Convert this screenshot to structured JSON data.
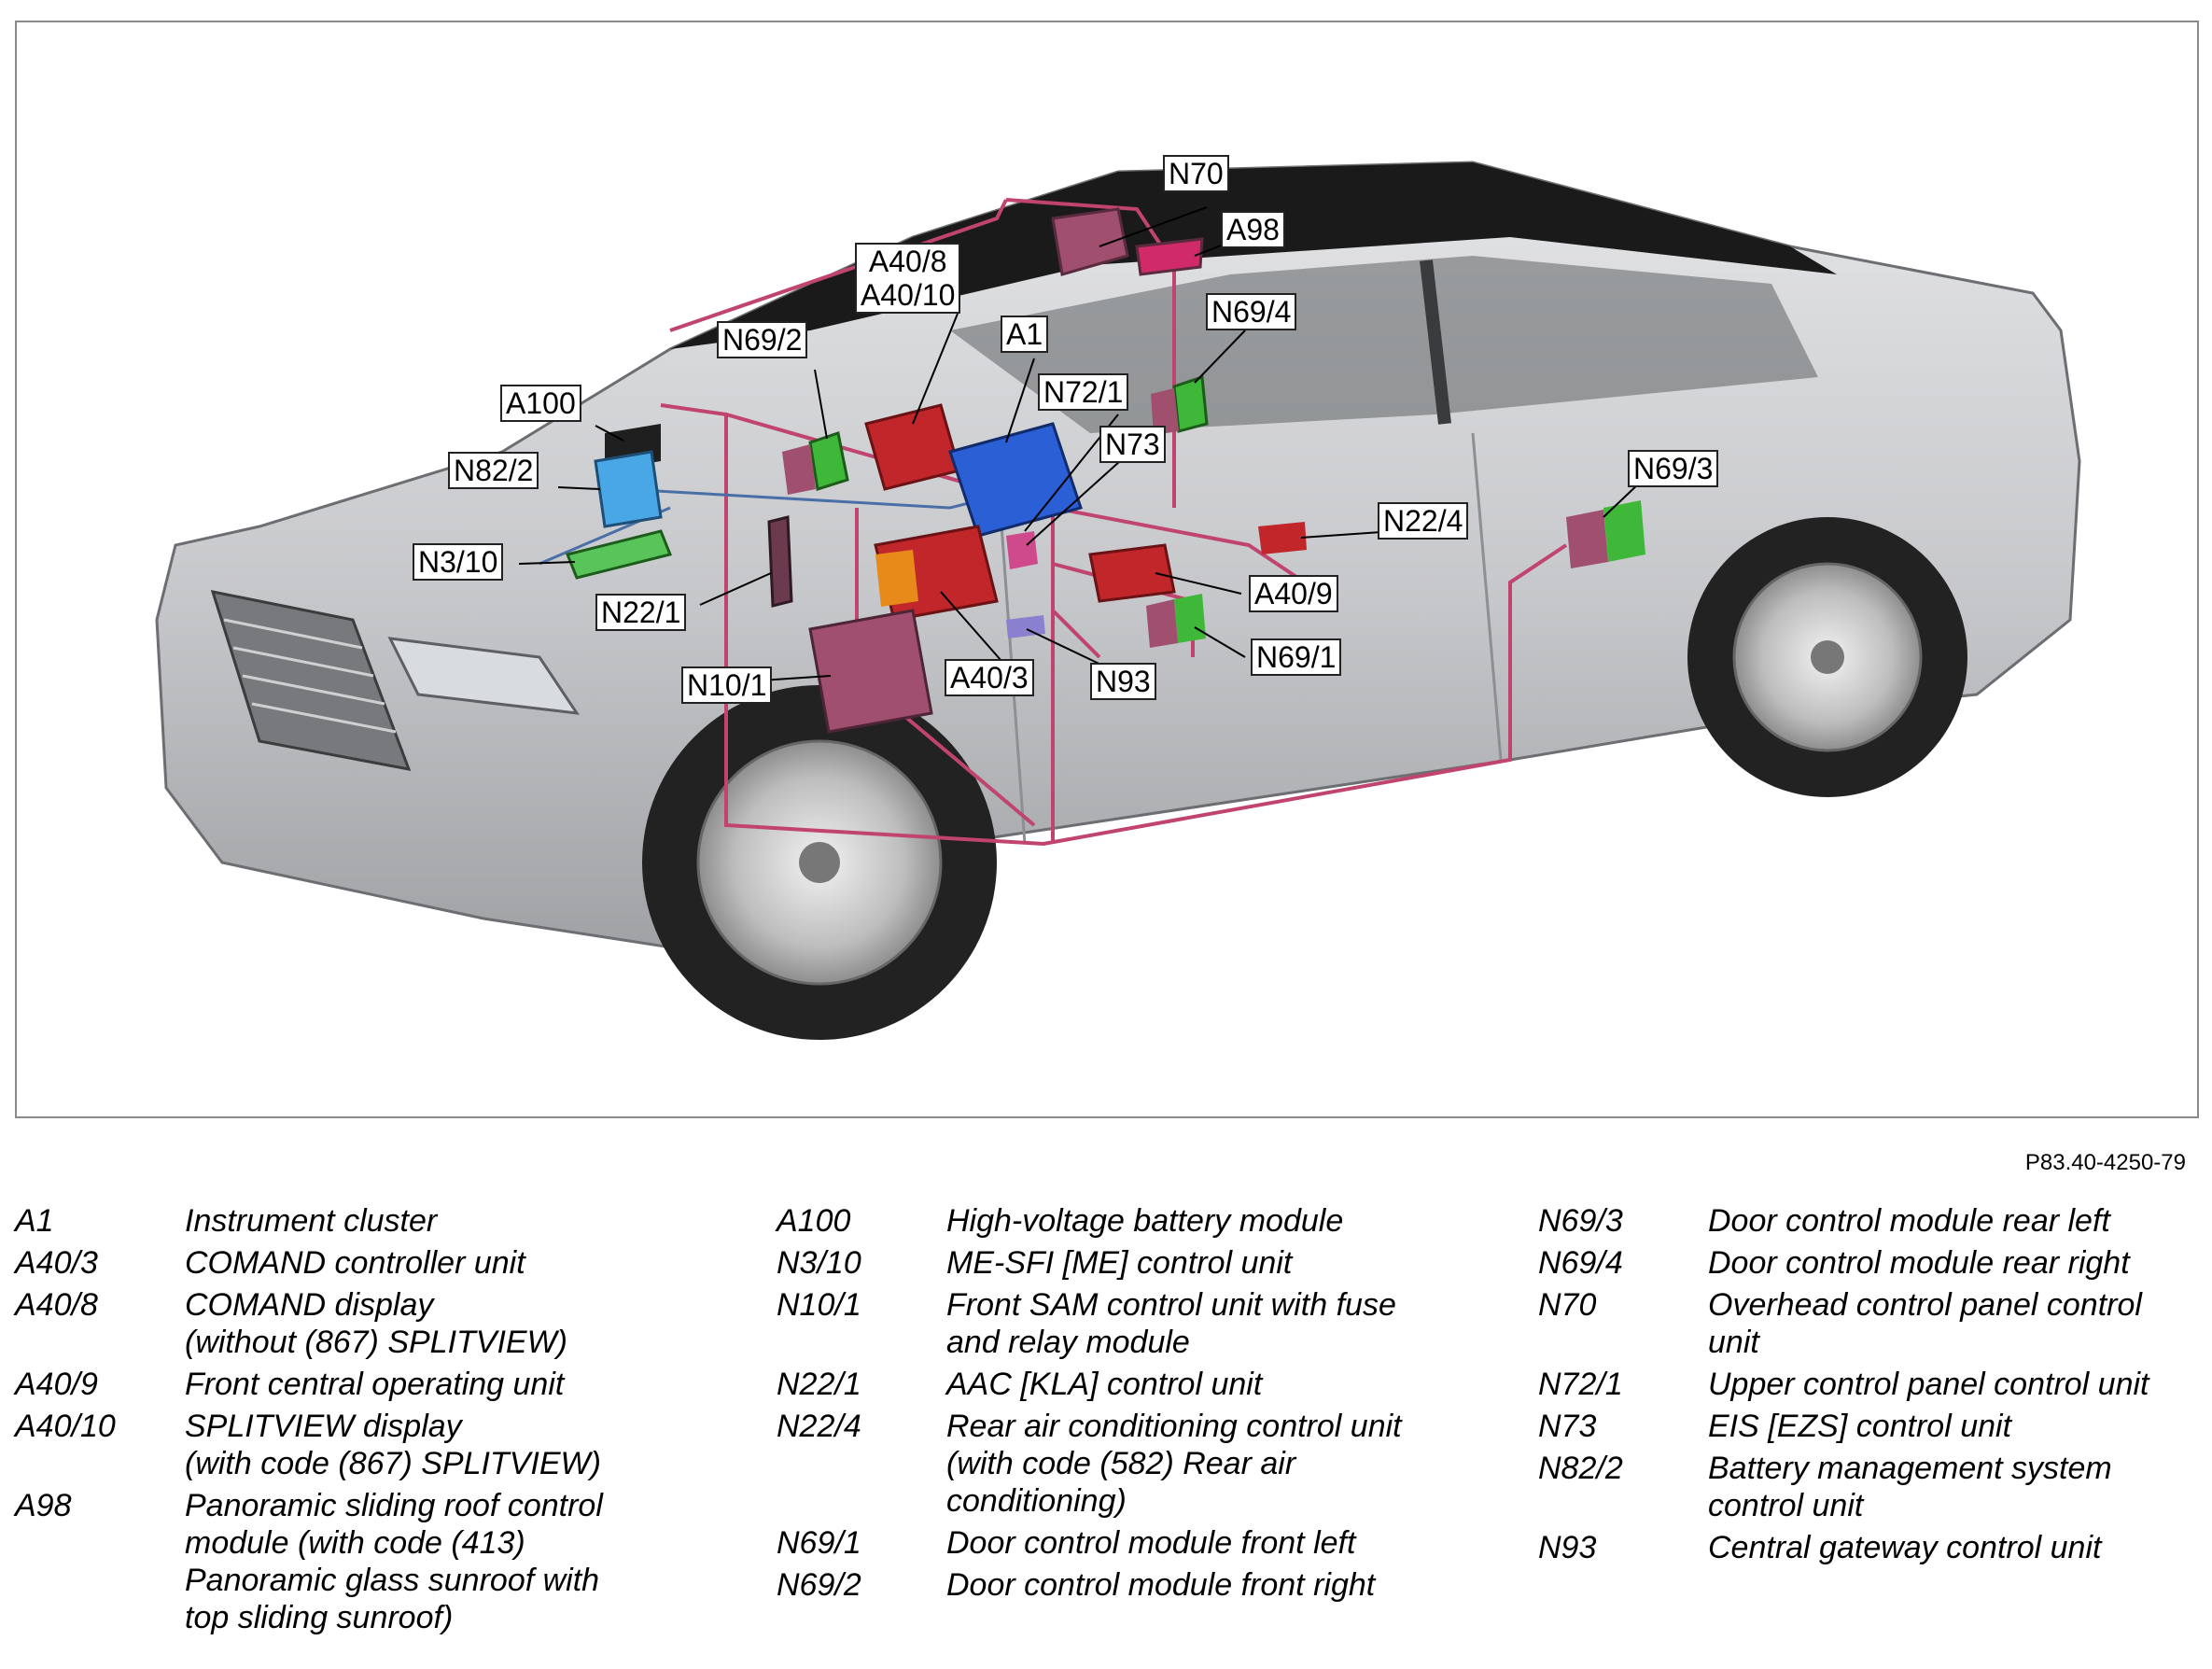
{
  "figure": {
    "callouts": {
      "N70": "N70",
      "A98": "A98",
      "A40_8": "A40/8",
      "A40_10": "A40/10",
      "A1": "A1",
      "N69_2": "N69/2",
      "N69_4": "N69/4",
      "A100": "A100",
      "N72_1": "N72/1",
      "N73": "N73",
      "N82_2": "N82/2",
      "N69_3": "N69/3",
      "N3_10": "N3/10",
      "N22_4": "N22/4",
      "N22_1": "N22/1",
      "A40_9": "A40/9",
      "N69_1": "N69/1",
      "N10_1": "N10/1",
      "A40_3": "A40/3",
      "N93": "N93"
    },
    "colors": {
      "body": "#c9cacc",
      "roof": "#1a1a1a",
      "wiring": "#c0446e",
      "red_unit": "#c0262a",
      "blue_unit": "#2a5fd6",
      "green_unit": "#3fb83a",
      "pink_unit": "#a0506e",
      "cyan_unit": "#49a7e6"
    }
  },
  "reference_code": "P83.40-4250-79",
  "legend": {
    "col1": [
      {
        "code": "A1",
        "desc": "Instrument cluster"
      },
      {
        "code": "A40/3",
        "desc": "COMAND controller unit"
      },
      {
        "code": "A40/8",
        "desc": "COMAND display\n(without (867) SPLITVIEW)"
      },
      {
        "code": "A40/9",
        "desc": "Front central operating unit"
      },
      {
        "code": "A40/10",
        "desc": "SPLITVIEW display\n(with code (867) SPLITVIEW)"
      },
      {
        "code": "A98",
        "desc": "Panoramic sliding roof control\nmodule (with code (413)\nPanoramic glass sunroof with\ntop sliding sunroof)"
      }
    ],
    "col2": [
      {
        "code": "A100",
        "desc": "High-voltage battery module"
      },
      {
        "code": "N3/10",
        "desc": "ME-SFI [ME] control unit"
      },
      {
        "code": "N10/1",
        "desc": "Front SAM control unit with fuse\nand relay module"
      },
      {
        "code": "N22/1",
        "desc": "AAC [KLA] control unit"
      },
      {
        "code": "N22/4",
        "desc": "Rear air conditioning control unit\n(with code (582) Rear air\nconditioning)"
      },
      {
        "code": "N69/1",
        "desc": "Door control module front left"
      },
      {
        "code": "N69/2",
        "desc": "Door control module front right"
      }
    ],
    "col3": [
      {
        "code": "N69/3",
        "desc": "Door control module rear left"
      },
      {
        "code": "N69/4",
        "desc": "Door control module rear right"
      },
      {
        "code": "N70",
        "desc": "Overhead control panel control\nunit"
      },
      {
        "code": "N72/1",
        "desc": "Upper control panel control unit"
      },
      {
        "code": "N73",
        "desc": "EIS [EZS] control unit"
      },
      {
        "code": "N82/2",
        "desc": "Battery management system\ncontrol unit"
      },
      {
        "code": "N93",
        "desc": "Central gateway control unit"
      }
    ]
  }
}
